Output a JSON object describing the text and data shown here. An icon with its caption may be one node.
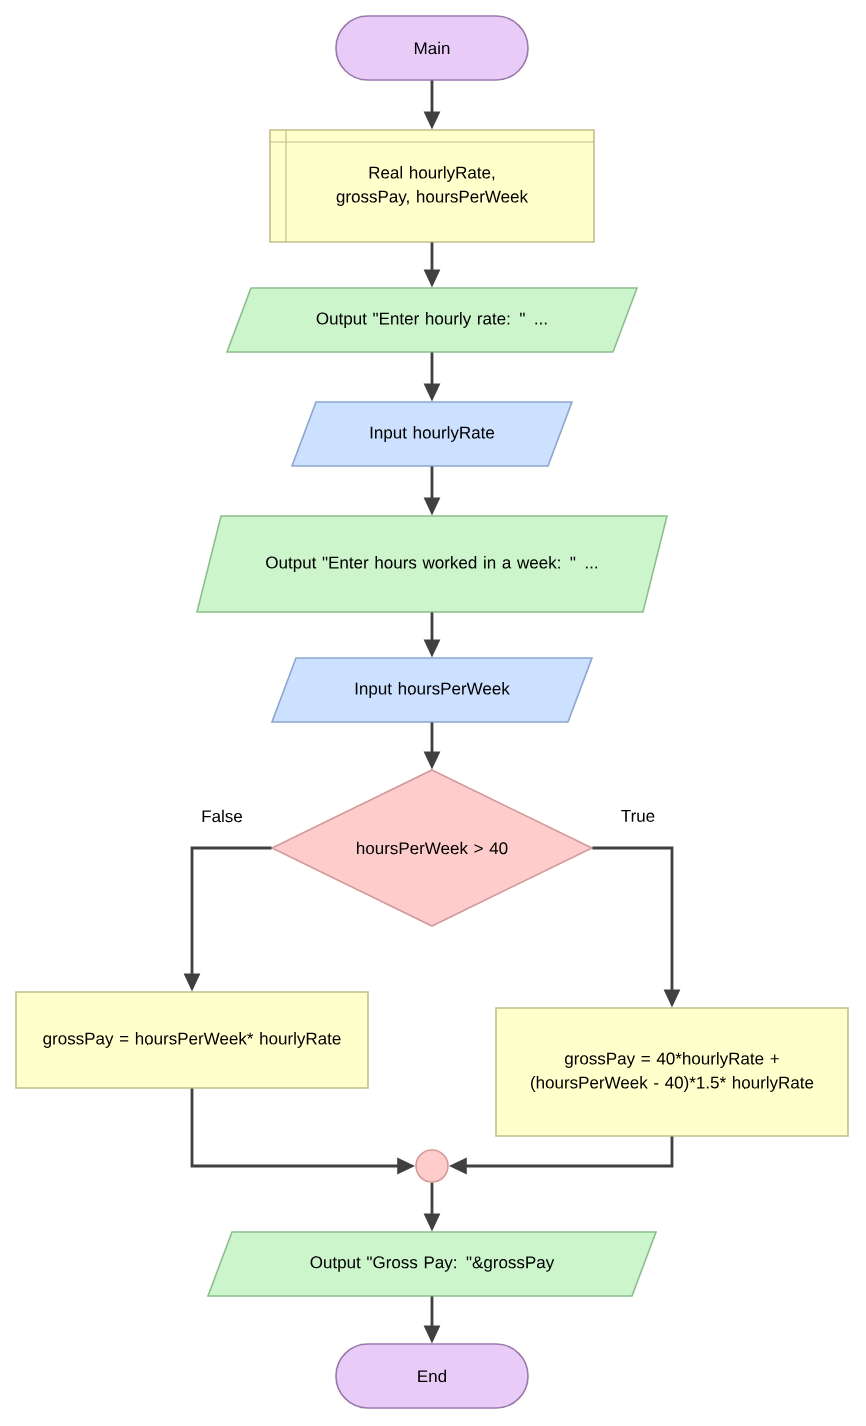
{
  "diagram": {
    "nodes": [
      {
        "text": [
          "Main"
        ]
      },
      {
        "text": [
          "Real hourlyRate, grossPay, hoursPerWeek"
        ]
      },
      {
        "text": [
          "Output \"Enter hourly rate: \" ..."
        ]
      },
      {
        "text": [
          "Input hourlyRate"
        ]
      },
      {
        "text": [
          "Output \"Enter hours worked in a week: \" ..."
        ]
      },
      {
        "text": [
          "Input hoursPerWeek"
        ]
      },
      {
        "text": [
          "hoursPerWeek > 40"
        ]
      },
      {
        "text": [
          "grossPay = hoursPerWeek* hourlyRate"
        ]
      },
      {
        "text": [
          "grossPay = 40*hourlyRate + (hoursPerWeek - 40)*1.5* hourlyRate"
        ]
      },
      {
        "text": [],
        "shape": "circle"
      },
      {
        "text": [
          "Output \"Gross Pay: \"&grossPay"
        ]
      },
      {
        "text": [
          "End"
        ]
      }
    ],
    "edges": [
      {
        "from": 0,
        "to": 1,
        "arrow": "to"
      },
      {
        "from": 1,
        "to": 2,
        "arrow": "to"
      },
      {
        "from": 2,
        "to": 3,
        "arrow": "to"
      },
      {
        "from": 3,
        "to": 4,
        "arrow": "to"
      },
      {
        "from": 4,
        "to": 5,
        "arrow": "to"
      },
      {
        "from": 5,
        "to": 6,
        "arrow": "to"
      },
      {
        "from": 6,
        "to": 7,
        "arrow": "to",
        "label": "False"
      },
      {
        "from": 6,
        "to": 8,
        "arrow": "to",
        "label": "True"
      },
      {
        "from": 7,
        "to": 9,
        "arrow": "to"
      },
      {
        "from": 8,
        "to": 9,
        "arrow": "to"
      },
      {
        "from": 9,
        "to": 10,
        "arrow": "to"
      },
      {
        "from": 10,
        "to": 11,
        "arrow": "to"
      }
    ]
  }
}
